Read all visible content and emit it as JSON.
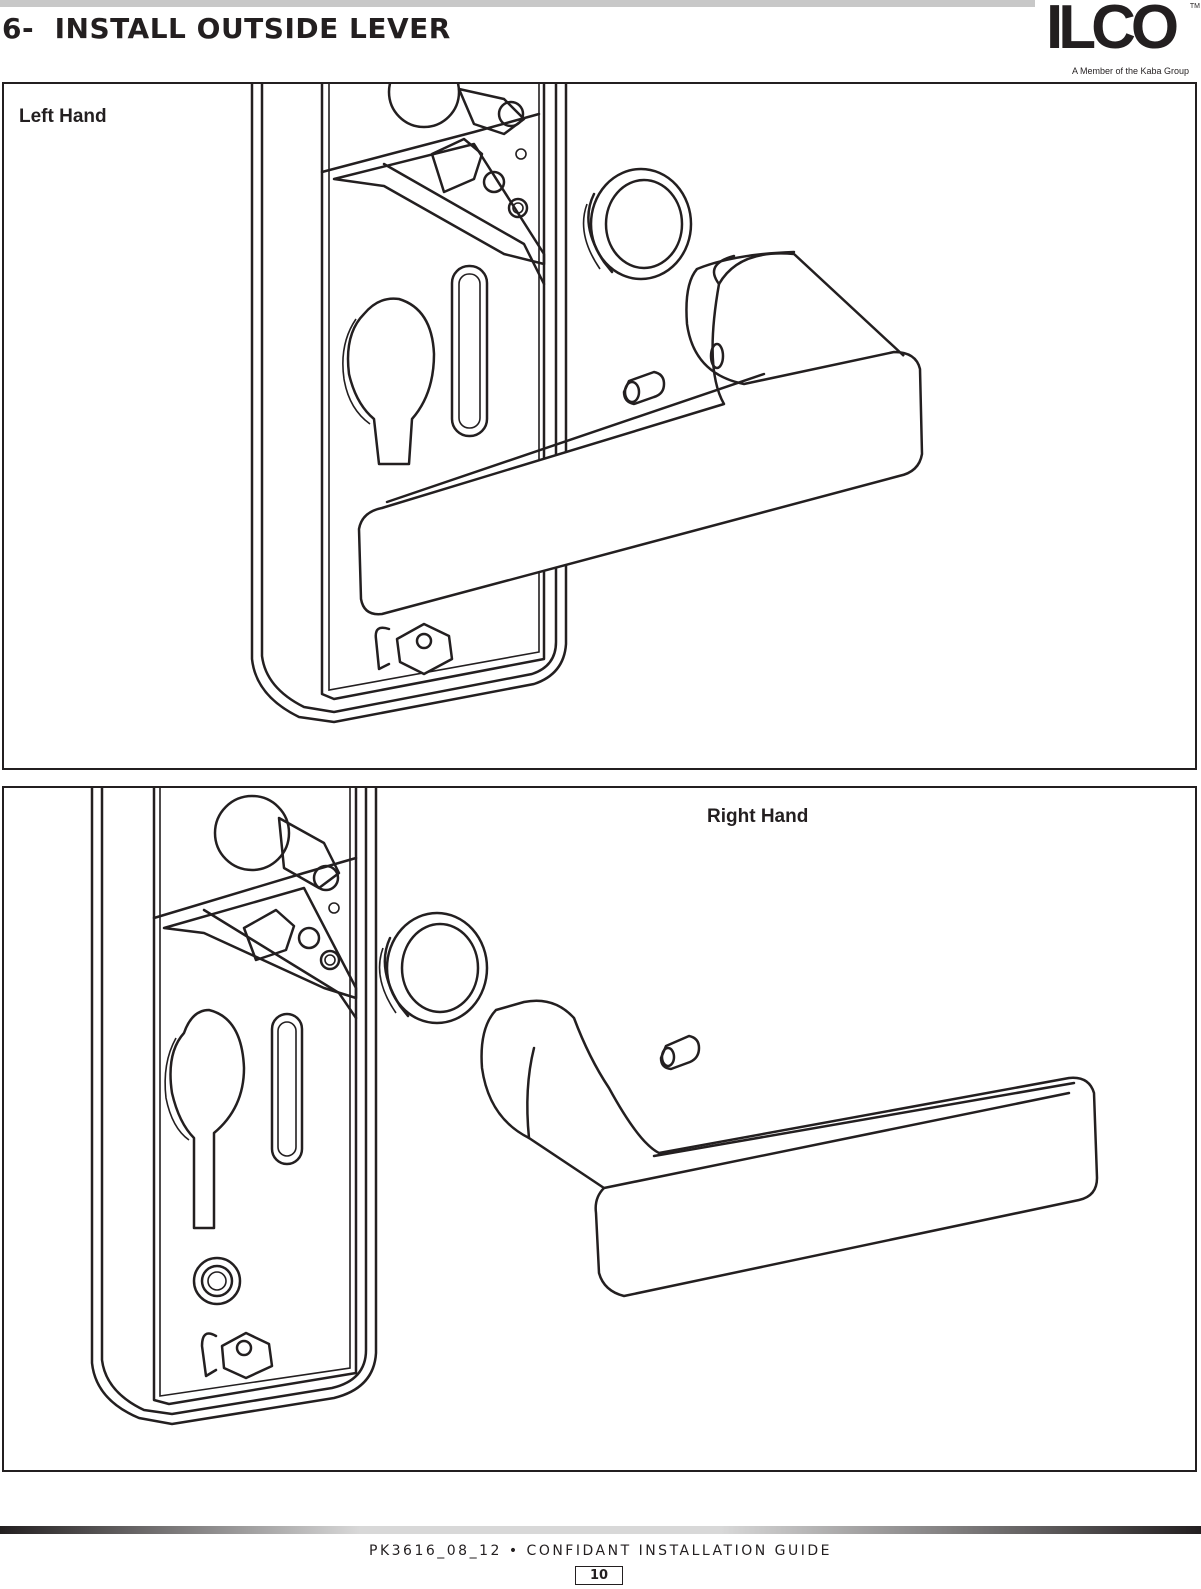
{
  "header": {
    "step_title": "6-  INSTALL OUTSIDE LEVER",
    "logo_text": "ILCO",
    "logo_tm": "TM",
    "logo_tagline": "A Member of the Kaba Group"
  },
  "figures": {
    "top_label": "Left Hand",
    "bottom_label": "Right Hand"
  },
  "footer": {
    "doc_code": "PK3616_08_12 • CONFIDANT INSTALLATION GUIDE",
    "page_number": "10"
  }
}
